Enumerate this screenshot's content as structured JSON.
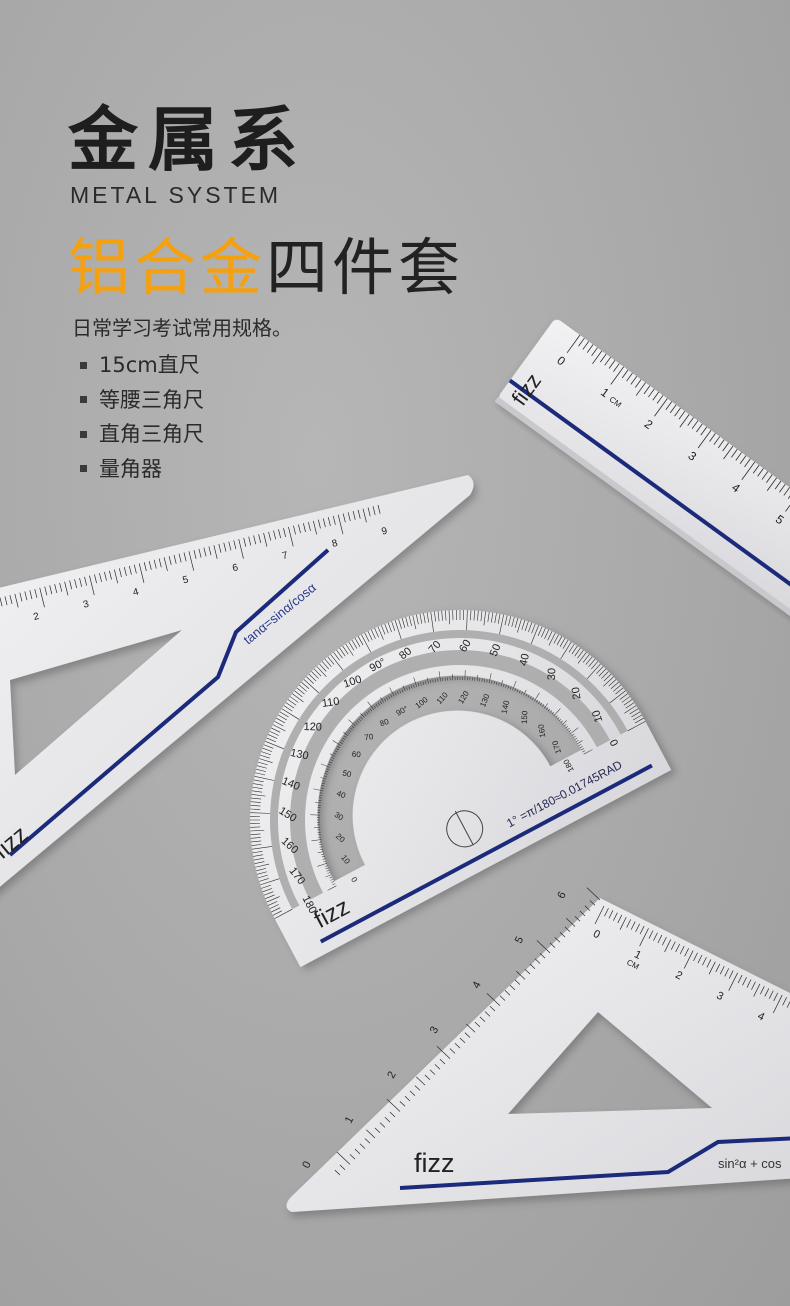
{
  "header": {
    "title_cn": "金属系",
    "title_en": "METAL SYSTEM",
    "headline_highlight": "铝合金",
    "headline_rest": "四件套",
    "description": "日常学习考试常用规格。"
  },
  "features": [
    {
      "label": "15cm直尺"
    },
    {
      "label": "等腰三角尺"
    },
    {
      "label": "直角三角尺"
    },
    {
      "label": "量角器"
    }
  ],
  "products": {
    "brand": "fizz",
    "unit_label": "CM",
    "straight_ruler_numbers": [
      "0",
      "1",
      "2",
      "3",
      "4",
      "5"
    ],
    "left_triangle_numbers": [
      "2",
      "3",
      "4",
      "5",
      "6",
      "7",
      "8",
      "9"
    ],
    "left_triangle_formula": "tanα=sinα/cosα",
    "protractor_outer_numbers": [
      "0",
      "10",
      "20",
      "30",
      "40",
      "50",
      "60",
      "70",
      "80",
      "90°",
      "100",
      "110",
      "120",
      "130",
      "140",
      "150",
      "160",
      "170",
      "180"
    ],
    "protractor_inner_numbers": [
      "0",
      "10",
      "20",
      "30",
      "40",
      "50",
      "60",
      "70",
      "80",
      "90°",
      "100",
      "110",
      "120",
      "130",
      "140",
      "150",
      "160",
      "170",
      "180"
    ],
    "protractor_formula": "1° =π/180≈0.01745RAD",
    "right_triangle_numbers": [
      "0",
      "1",
      "2",
      "3",
      "4"
    ],
    "right_triangle_side_numbers": [
      "0",
      "1",
      "2",
      "3",
      "4",
      "5",
      "6"
    ],
    "right_triangle_formula": "sin²α + cos"
  },
  "colors": {
    "accent": "#f5a00e",
    "stripe": "#1b2a7a",
    "metal": "#eaeaec",
    "background": "#aaaaaa"
  }
}
